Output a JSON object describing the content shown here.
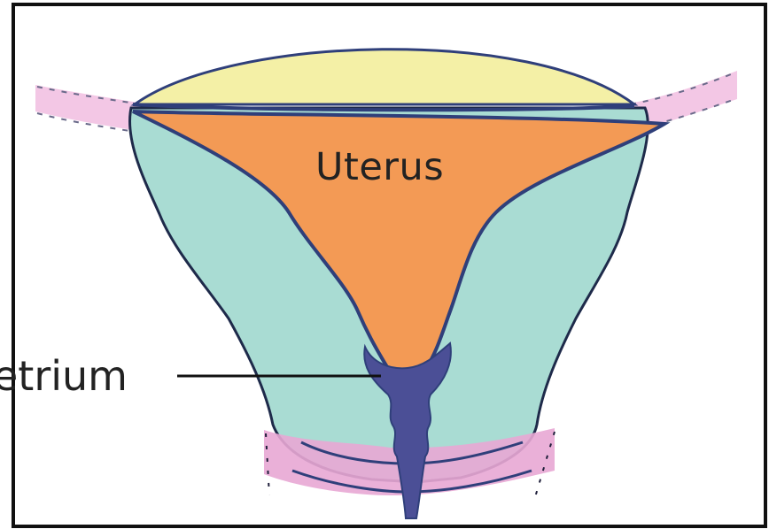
{
  "diagram": {
    "labels": {
      "uterus": "Uterus",
      "endometrium": "etrium"
    },
    "colors": {
      "background": "#ffffff",
      "frame": "#111111",
      "myometrium": "#a9dcd3",
      "uterine_cavity": "#f39a55",
      "fundus_cap": "#f4f0a6",
      "outline": "#2f3f7a",
      "fallopian_tube": "#f1bde0",
      "endometrium": "#4b4f96",
      "cervix_band": "#e8a7d4"
    },
    "icons": [
      "uterus-cross-section"
    ]
  }
}
